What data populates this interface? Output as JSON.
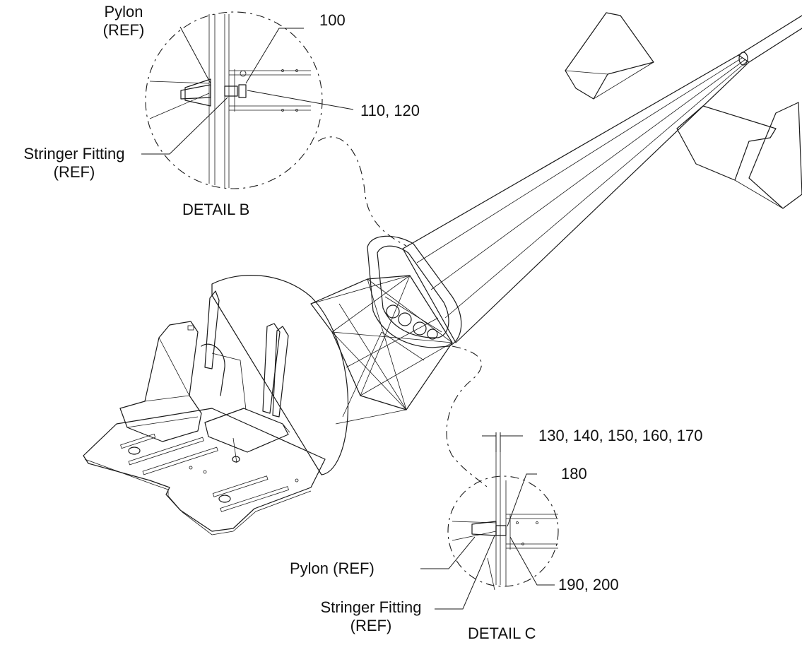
{
  "detail_b": {
    "title": "DETAIL B",
    "labels": {
      "pylon_line1": "Pylon",
      "pylon_line2": "(REF)",
      "part_100": "100",
      "parts_110_120": "110, 120",
      "stringer_line1": "Stringer Fitting",
      "stringer_line2": "(REF)"
    }
  },
  "detail_c": {
    "title": "DETAIL C",
    "labels": {
      "parts_130_170": "130, 140, 150, 160, 170",
      "part_180": "180",
      "pylon": "Pylon (REF)",
      "parts_190_200": "190, 200",
      "stringer_line1": "Stringer Fitting",
      "stringer_line2": "(REF)"
    }
  },
  "colors": {
    "ink": "#1a1a1a",
    "background": "#ffffff"
  }
}
